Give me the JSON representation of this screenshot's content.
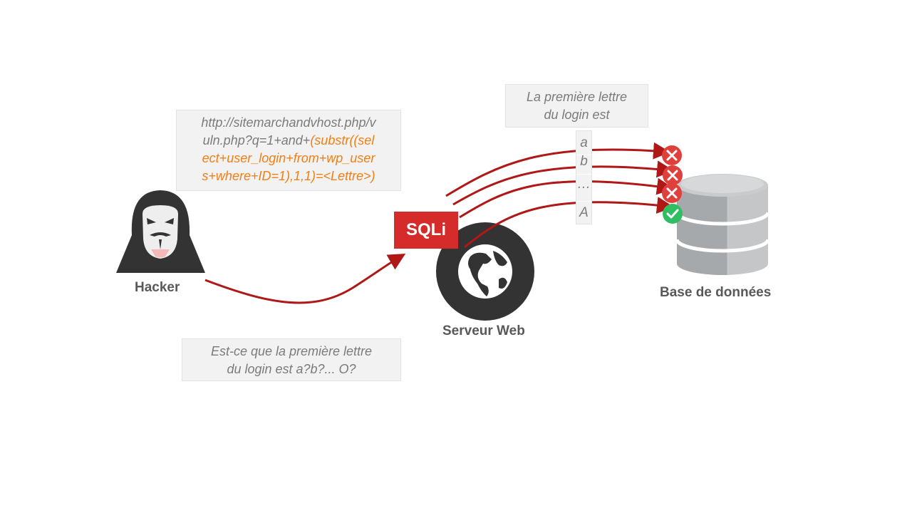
{
  "hacker": {
    "label": "Hacker"
  },
  "server": {
    "label": "Serveur Web"
  },
  "database": {
    "label": "Base de données"
  },
  "sqli_badge": "SQLi",
  "url_box": {
    "lines": [
      {
        "normal": "http://sitemarchandvhost.php/v",
        "payload": ""
      },
      {
        "normal": "uln.php?q=1+and+",
        "payload": "(substr((sel"
      },
      {
        "normal": "",
        "payload": "ect+user_login+from+wp_user"
      },
      {
        "normal": "",
        "payload": "s+where+ID=1),1,1)=<Lettre>)"
      }
    ]
  },
  "question_box": {
    "lines": [
      "Est-ce que la première lettre",
      "du login est a?b?... O?"
    ]
  },
  "login_box": {
    "lines": [
      "La première lettre",
      "du login est"
    ]
  },
  "letter_candidates": [
    {
      "text": "a",
      "result": "wrong"
    },
    {
      "text": "b",
      "result": "wrong"
    },
    {
      "text": "…",
      "result": "wrong"
    },
    {
      "text": "A",
      "result": "correct"
    }
  ],
  "colors": {
    "arrow": "#b01717",
    "sqli_badge": "#d52b2b",
    "wrong": "#e0403c",
    "correct": "#2fbf62",
    "payload_text": "#f07f16",
    "icon_dark": "#333333",
    "database_grey": "#b5b8ba"
  },
  "icons": {
    "hacker": "hooded-hacker-guy-fawkes-mask-icon",
    "server": "globe-web-server-icon",
    "database": "database-cylinder-icon",
    "wrong": "cross-icon",
    "correct": "check-icon"
  }
}
